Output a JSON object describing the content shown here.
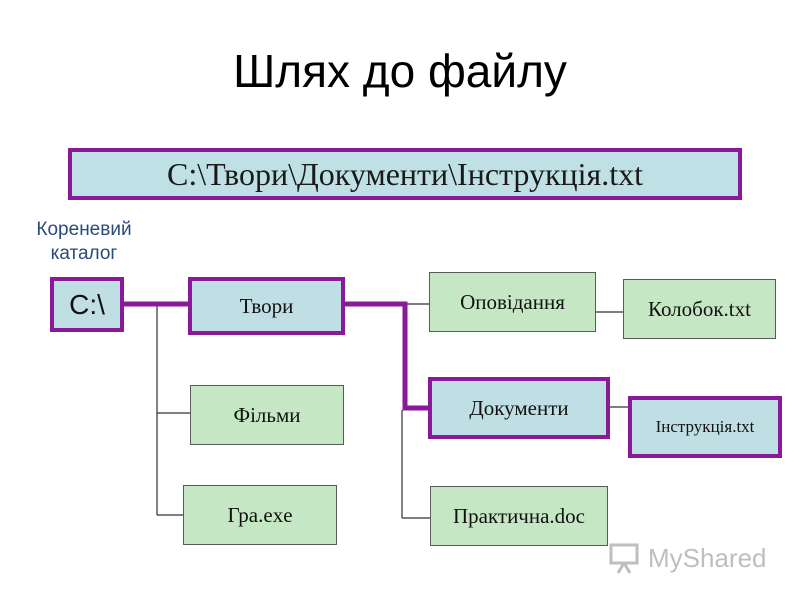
{
  "title": "Шлях до файлу",
  "path": "C:\\Твори\\Документи\\Інструкція.txt",
  "root_label": "Кореневий каталог",
  "nodes": {
    "root": "C:\\",
    "tvory": "Твори",
    "filmy": "Фільми",
    "hra": "Гра.exe",
    "opovidannia": "Оповідання",
    "dokumenty": "Документи",
    "praktychna": "Практична.doc",
    "kolobok": "Колобок.txt",
    "instruktsiia": "Інструкція.txt"
  },
  "highlighted_path": [
    "root",
    "tvory",
    "dokumenty",
    "instruktsiia"
  ],
  "colors": {
    "path_box_fill": "#bfe1e6",
    "highlight_border": "#8b1a9b",
    "node_fill": "#c6e7c3",
    "root_label_text": "#2a4b7c"
  },
  "watermark": {
    "brand": "MyShared",
    "icon": "presentation-board-icon"
  }
}
